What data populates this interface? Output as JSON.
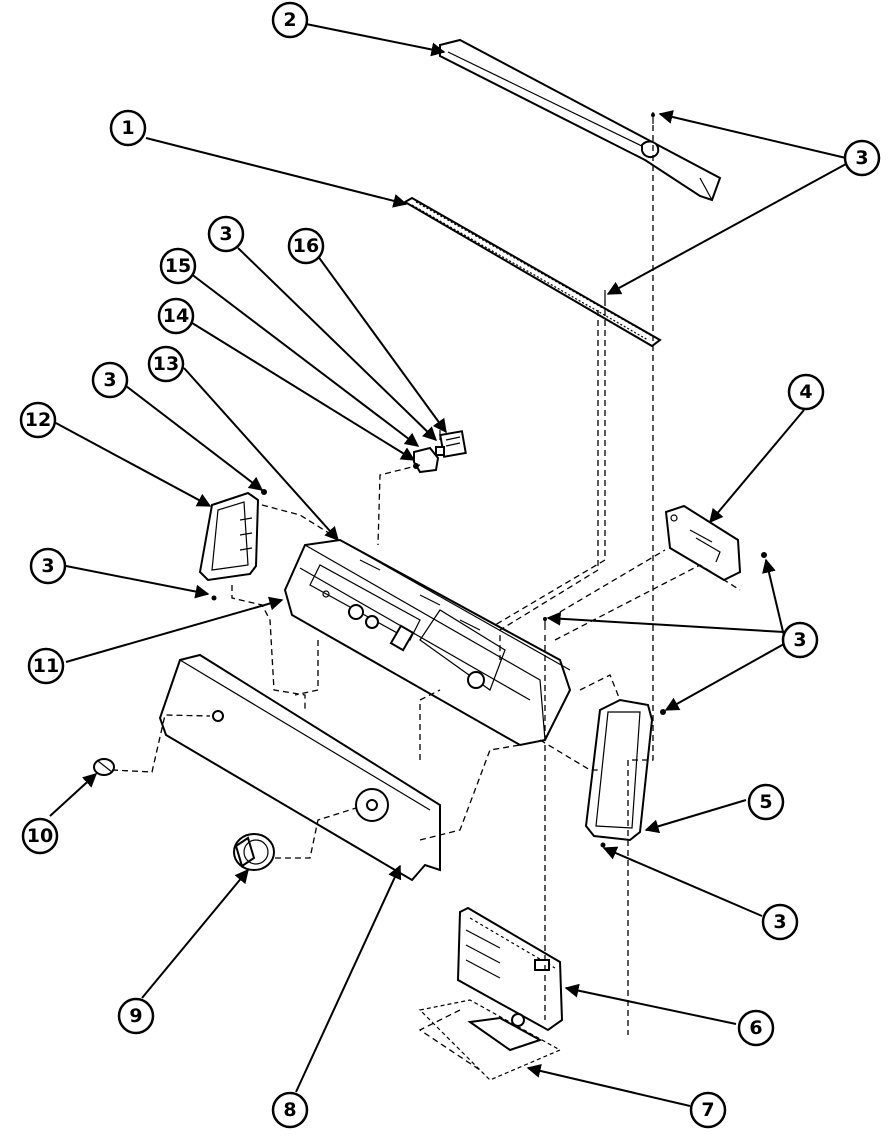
{
  "diagram": {
    "callouts": [
      {
        "id": "c1",
        "label": "1"
      },
      {
        "id": "c2",
        "label": "2"
      },
      {
        "id": "c3a",
        "label": "3"
      },
      {
        "id": "c3b",
        "label": "3"
      },
      {
        "id": "c3c",
        "label": "3"
      },
      {
        "id": "c3d",
        "label": "3"
      },
      {
        "id": "c3e",
        "label": "3"
      },
      {
        "id": "c3f",
        "label": "3"
      },
      {
        "id": "c4",
        "label": "4"
      },
      {
        "id": "c5",
        "label": "5"
      },
      {
        "id": "c6",
        "label": "6"
      },
      {
        "id": "c7",
        "label": "7"
      },
      {
        "id": "c8",
        "label": "8"
      },
      {
        "id": "c9",
        "label": "9"
      },
      {
        "id": "c10",
        "label": "10"
      },
      {
        "id": "c11",
        "label": "11"
      },
      {
        "id": "c12",
        "label": "12"
      },
      {
        "id": "c13",
        "label": "13"
      },
      {
        "id": "c14",
        "label": "14"
      },
      {
        "id": "c15",
        "label": "15"
      },
      {
        "id": "c16",
        "label": "16"
      }
    ]
  }
}
